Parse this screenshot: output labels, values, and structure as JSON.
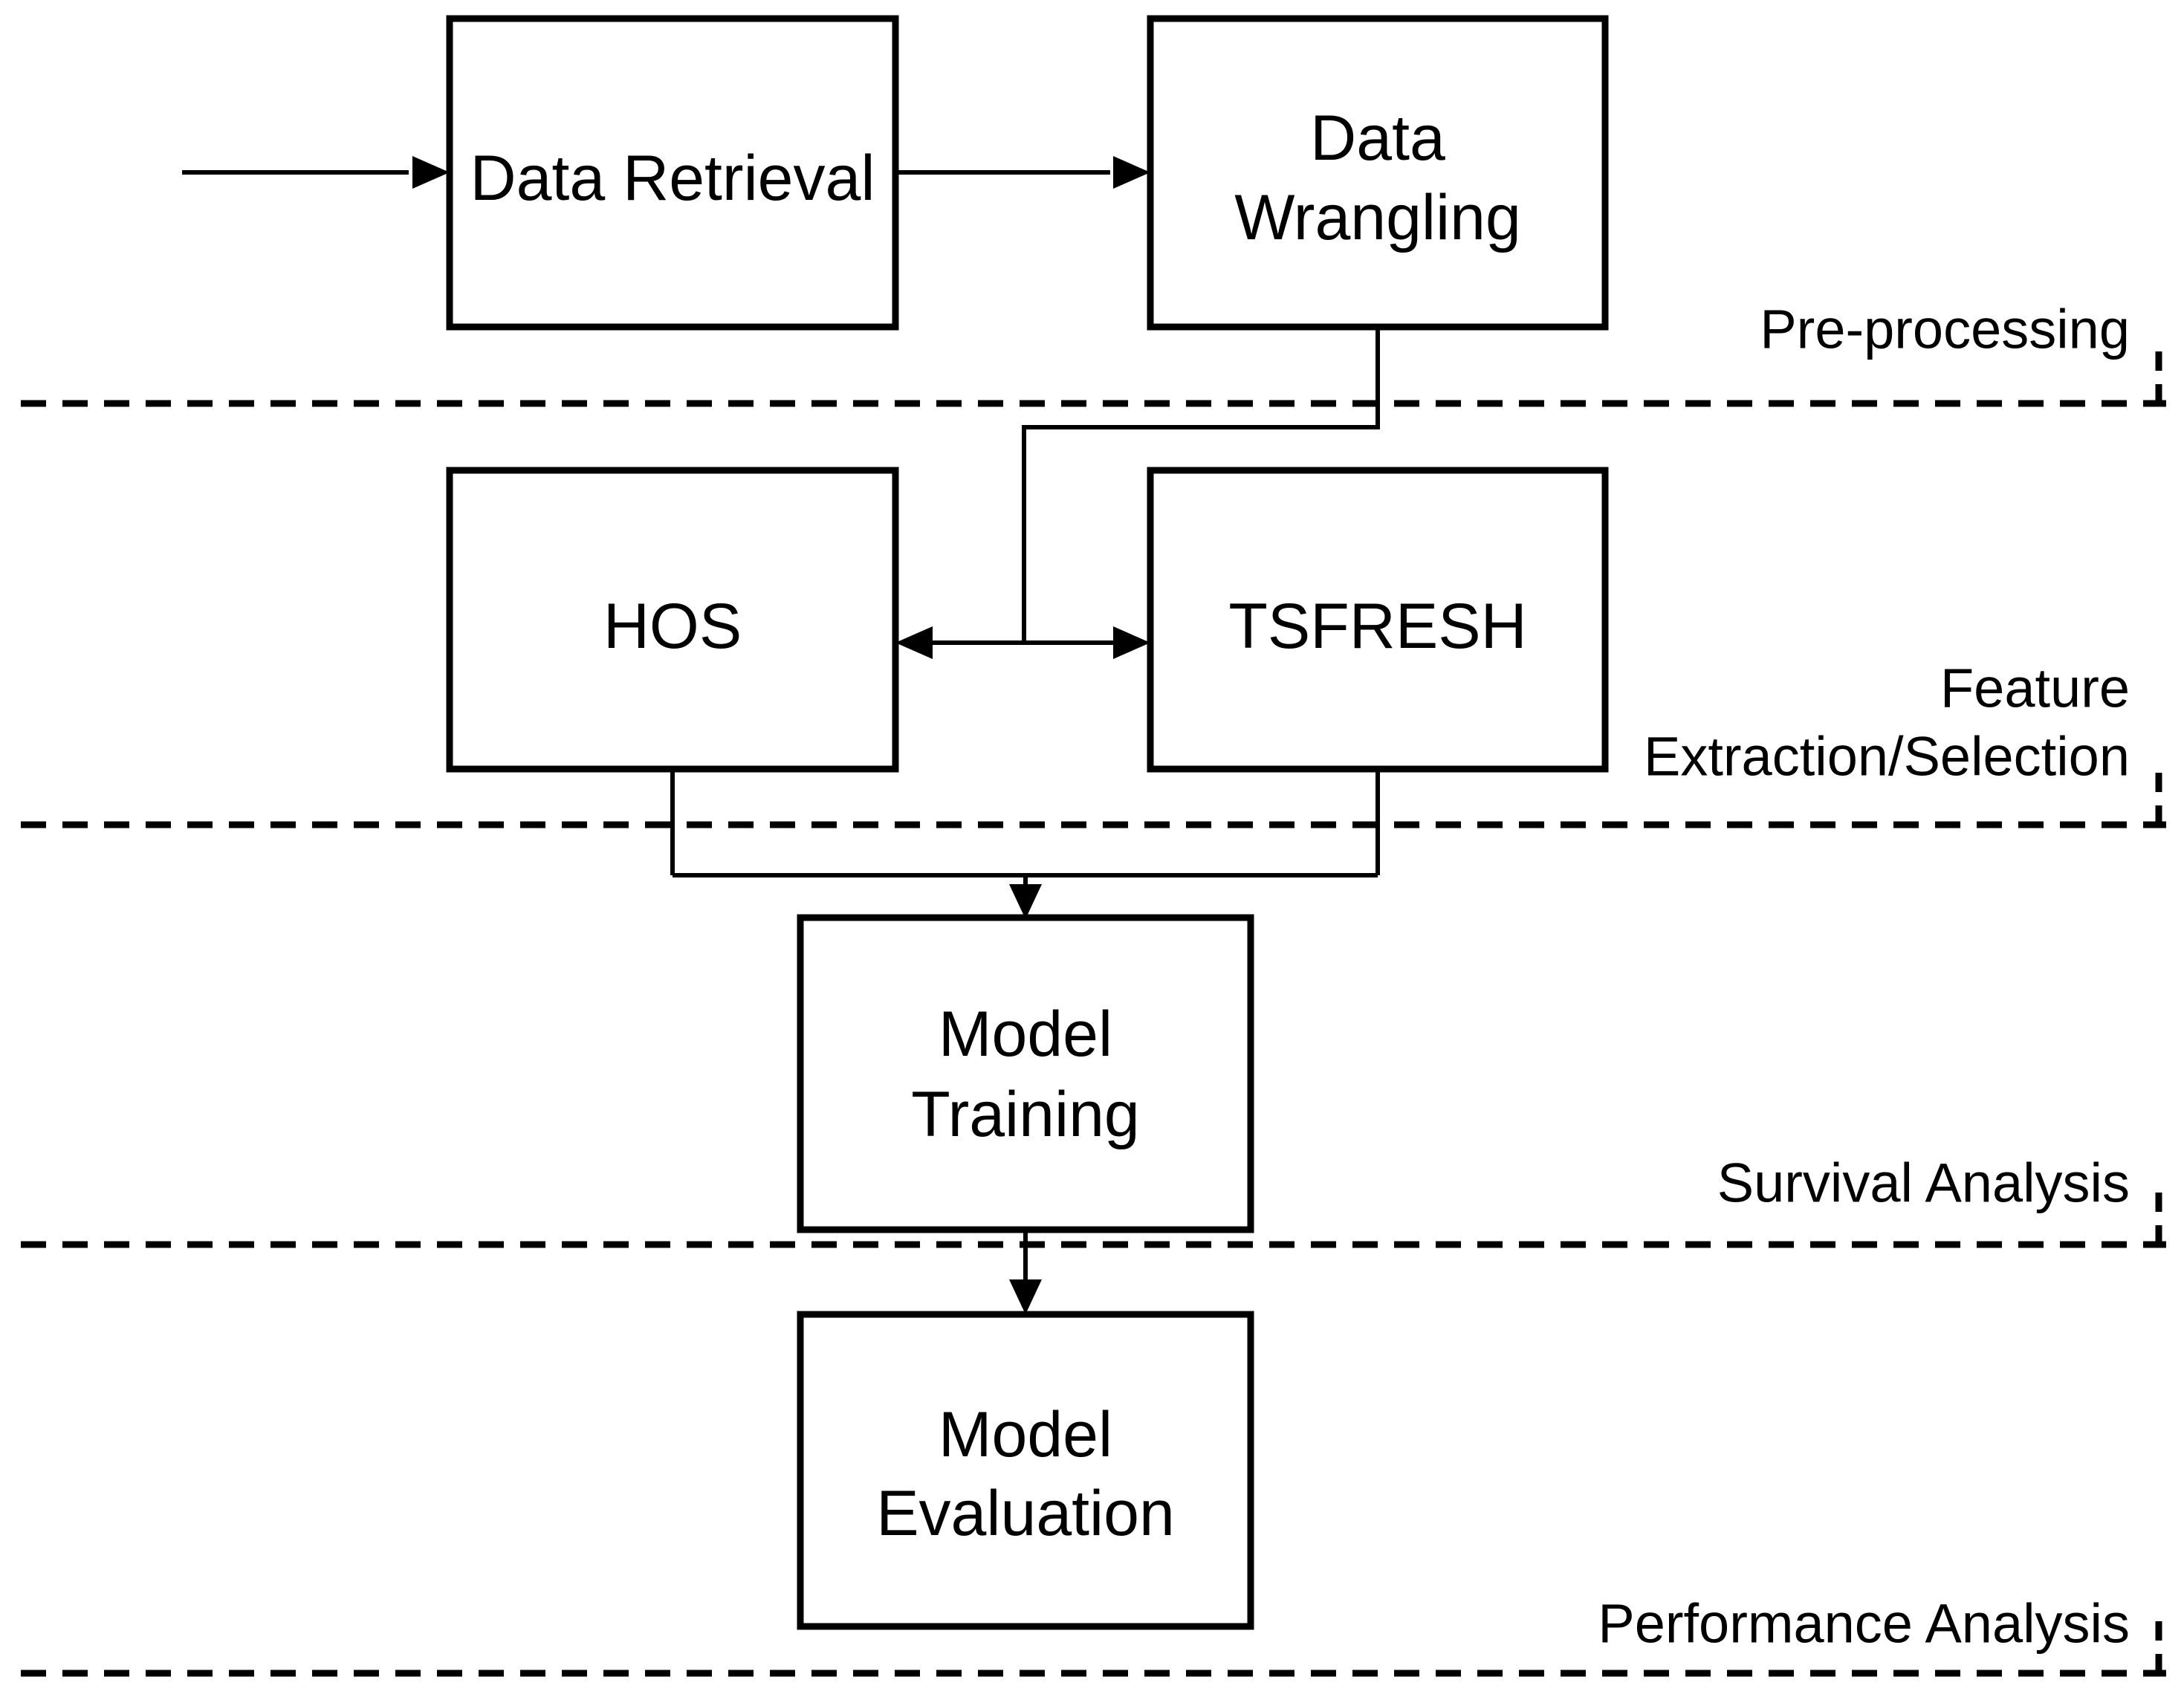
{
  "nodes": {
    "data_retrieval": {
      "label": "Data Retrieval"
    },
    "data_wrangling": {
      "lines": [
        "Data",
        "Wrangling"
      ]
    },
    "hos": {
      "label": "HOS"
    },
    "tsfresh": {
      "label": "TSFRESH"
    },
    "model_training": {
      "lines": [
        "Model",
        "Training"
      ]
    },
    "model_evaluation": {
      "lines": [
        "Model",
        "Evaluation"
      ]
    }
  },
  "phases": {
    "preprocessing": {
      "label": "Pre-processing"
    },
    "feature_extraction": {
      "lines": [
        "Feature",
        "Extraction/Selection"
      ]
    },
    "survival": {
      "label": "Survival Analysis"
    },
    "performance": {
      "label": "Performance Analysis"
    }
  },
  "colors": {
    "line": "#000000",
    "background": "#ffffff",
    "box_fill": "#ffffff",
    "text": "#000000"
  }
}
